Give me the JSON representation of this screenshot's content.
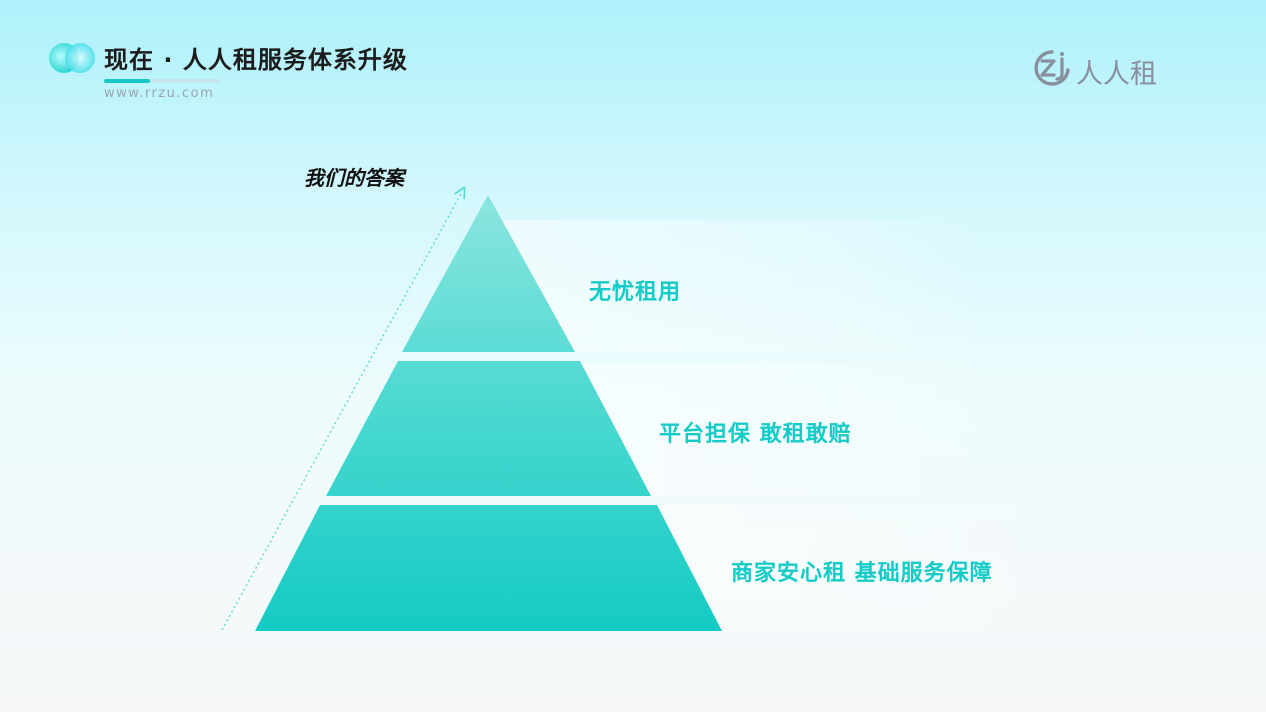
{
  "header": {
    "title": "现在 · 人人租服务体系升级",
    "website": "www.rrzu.com",
    "icon": "double-circle-logo-icon"
  },
  "brand": {
    "name": "人人租",
    "icon": "zj-logo-icon",
    "color": "#8a8f9e"
  },
  "diagram": {
    "label": "我们的答案",
    "levels": [
      {
        "label": "无忧租用"
      },
      {
        "label": "平台担保  敢租敢赔"
      },
      {
        "label": "商家安心租  基础服务保障"
      }
    ],
    "colors": {
      "accent": "#19c8c4",
      "top": "#7fe2dc",
      "bottom": "#13cbc4"
    }
  }
}
